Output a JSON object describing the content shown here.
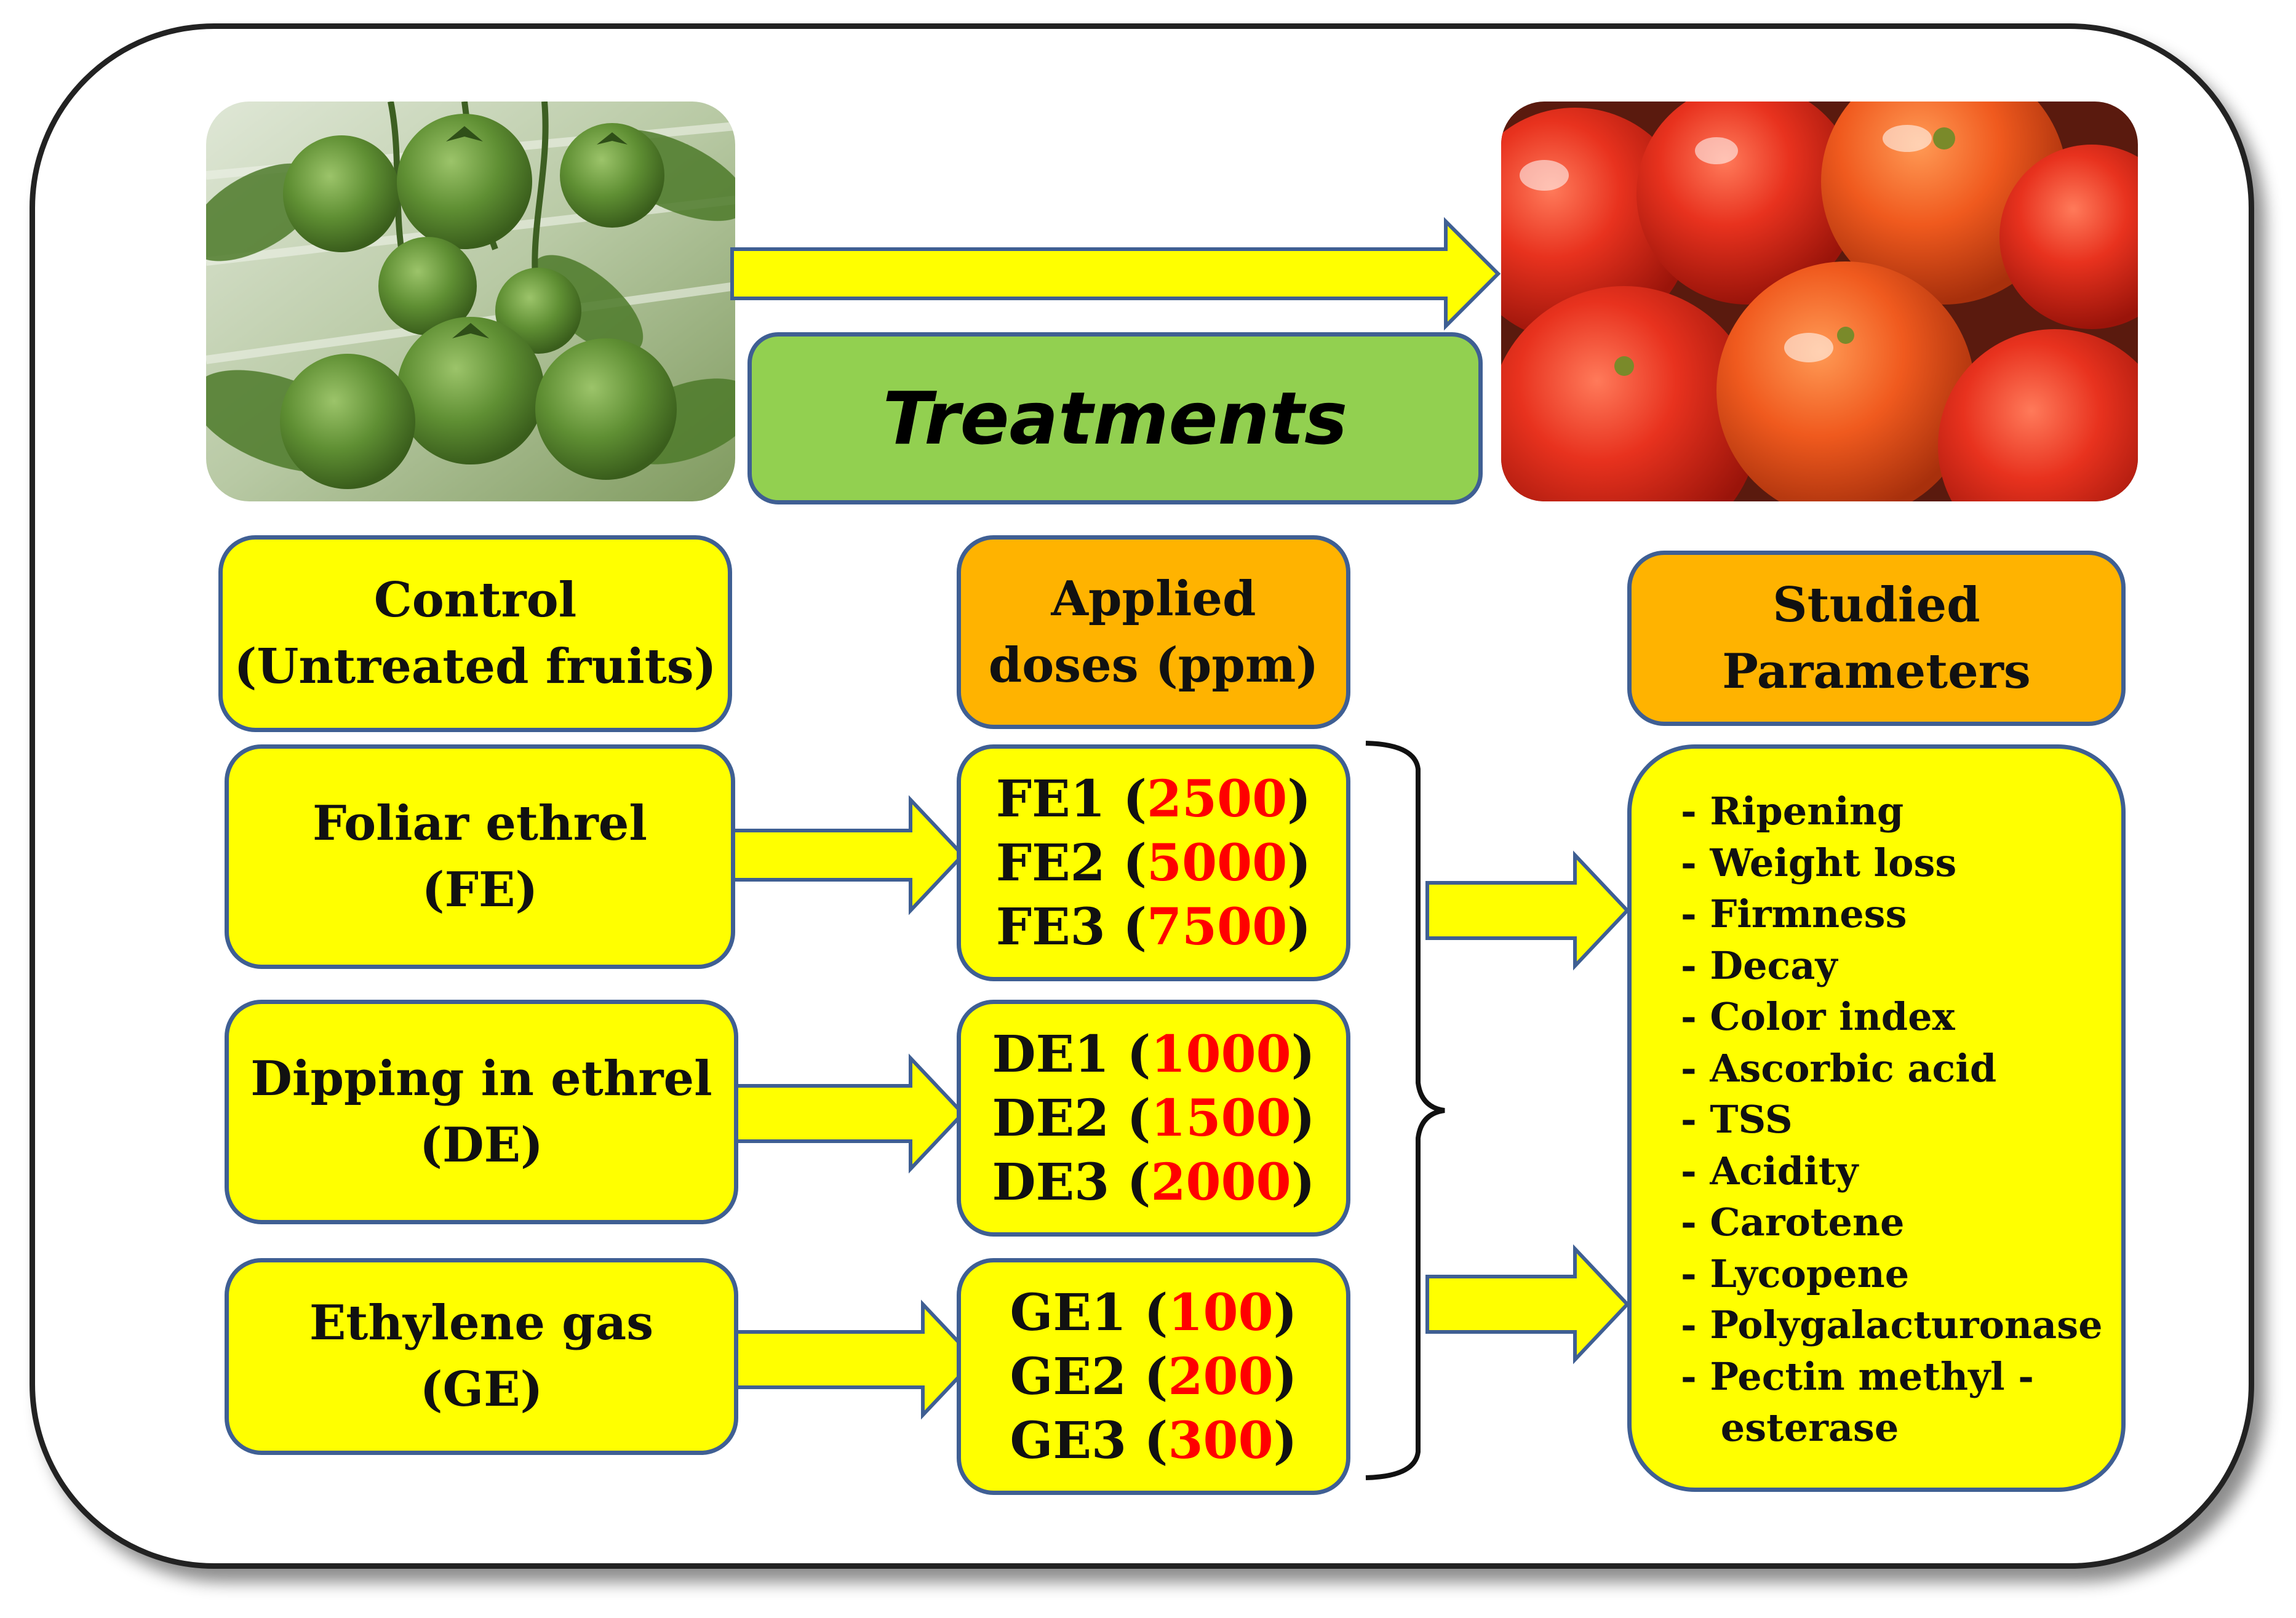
{
  "treatments_label": "Treatments",
  "control": {
    "line1": "Control",
    "line2": "(Untreated fruits)"
  },
  "doses_header": {
    "line1": "Applied",
    "line2": "doses (ppm)"
  },
  "params_header": {
    "line1": "Studied",
    "line2": "Parameters"
  },
  "methods": [
    {
      "line1": "Foliar ethrel",
      "line2": "(FE)"
    },
    {
      "line1": "Dipping in ethrel",
      "line2": "(DE)"
    },
    {
      "line1": "Ethylene gas",
      "line2": "(GE)"
    }
  ],
  "doses": [
    [
      {
        "code": "FE1",
        "value": "2500"
      },
      {
        "code": "FE2",
        "value": "5000"
      },
      {
        "code": "FE3",
        "value": "7500"
      }
    ],
    [
      {
        "code": "DE1",
        "value": "1000"
      },
      {
        "code": "DE2",
        "value": "1500"
      },
      {
        "code": "DE3",
        "value": "2000"
      }
    ],
    [
      {
        "code": "GE1",
        "value": "100"
      },
      {
        "code": "GE2",
        "value": "200"
      },
      {
        "code": "GE3",
        "value": "300"
      }
    ]
  ],
  "parameters": [
    "- Ripening",
    "- Weight loss",
    "- Firmness",
    "- Decay",
    "- Color  index",
    "- Ascorbic  acid",
    "- TSS",
    "- Acidity",
    "- Carotene",
    "- Lycopene",
    "- Polygalacturonase",
    "- Pectin methyl  -",
    "   esterase"
  ],
  "colors": {
    "box_fill": "#ffff00",
    "header_fill": "#ffb300",
    "treatments_fill": "#92d050",
    "border": "#3f5f93",
    "dose_value": "#ff0000"
  },
  "images": [
    "green-tomatoes-photo",
    "red-tomatoes-photo"
  ]
}
